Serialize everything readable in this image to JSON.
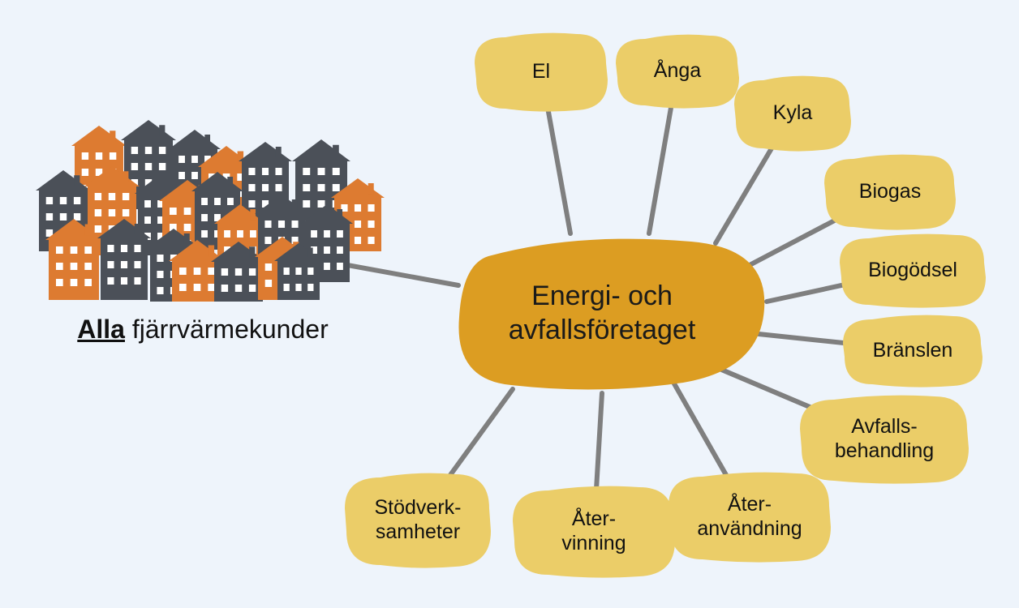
{
  "colors": {
    "background": "#eef4fb",
    "center_fill": "#dc9d22",
    "node_fill": "#ebcd68",
    "connector": "#7f7f7f",
    "house_orange": "#dd7b31",
    "house_gray": "#4b5058",
    "window": "#ffffff"
  },
  "customers": {
    "emphasis": "Alla",
    "rest": "fjärrvärmekunder",
    "icon": "houses-icon"
  },
  "center": {
    "line1": "Energi- och",
    "line2": "avfallsföretaget"
  },
  "nodes": [
    {
      "id": "el",
      "lines": [
        "El"
      ]
    },
    {
      "id": "anga",
      "lines": [
        "Ånga"
      ]
    },
    {
      "id": "kyla",
      "lines": [
        "Kyla"
      ]
    },
    {
      "id": "biogas",
      "lines": [
        "Biogas"
      ]
    },
    {
      "id": "biogodsel",
      "lines": [
        "Biogödsel"
      ]
    },
    {
      "id": "branslen",
      "lines": [
        "Bränslen"
      ]
    },
    {
      "id": "avfallsbehandling",
      "lines": [
        "Avfalls-",
        "behandling"
      ]
    },
    {
      "id": "ateranvandning",
      "lines": [
        "Åter-",
        "användning"
      ]
    },
    {
      "id": "atervinning",
      "lines": [
        "Åter-",
        "vinning"
      ]
    },
    {
      "id": "stodverksamheter",
      "lines": [
        "Stödverk-",
        "samheter"
      ]
    }
  ]
}
